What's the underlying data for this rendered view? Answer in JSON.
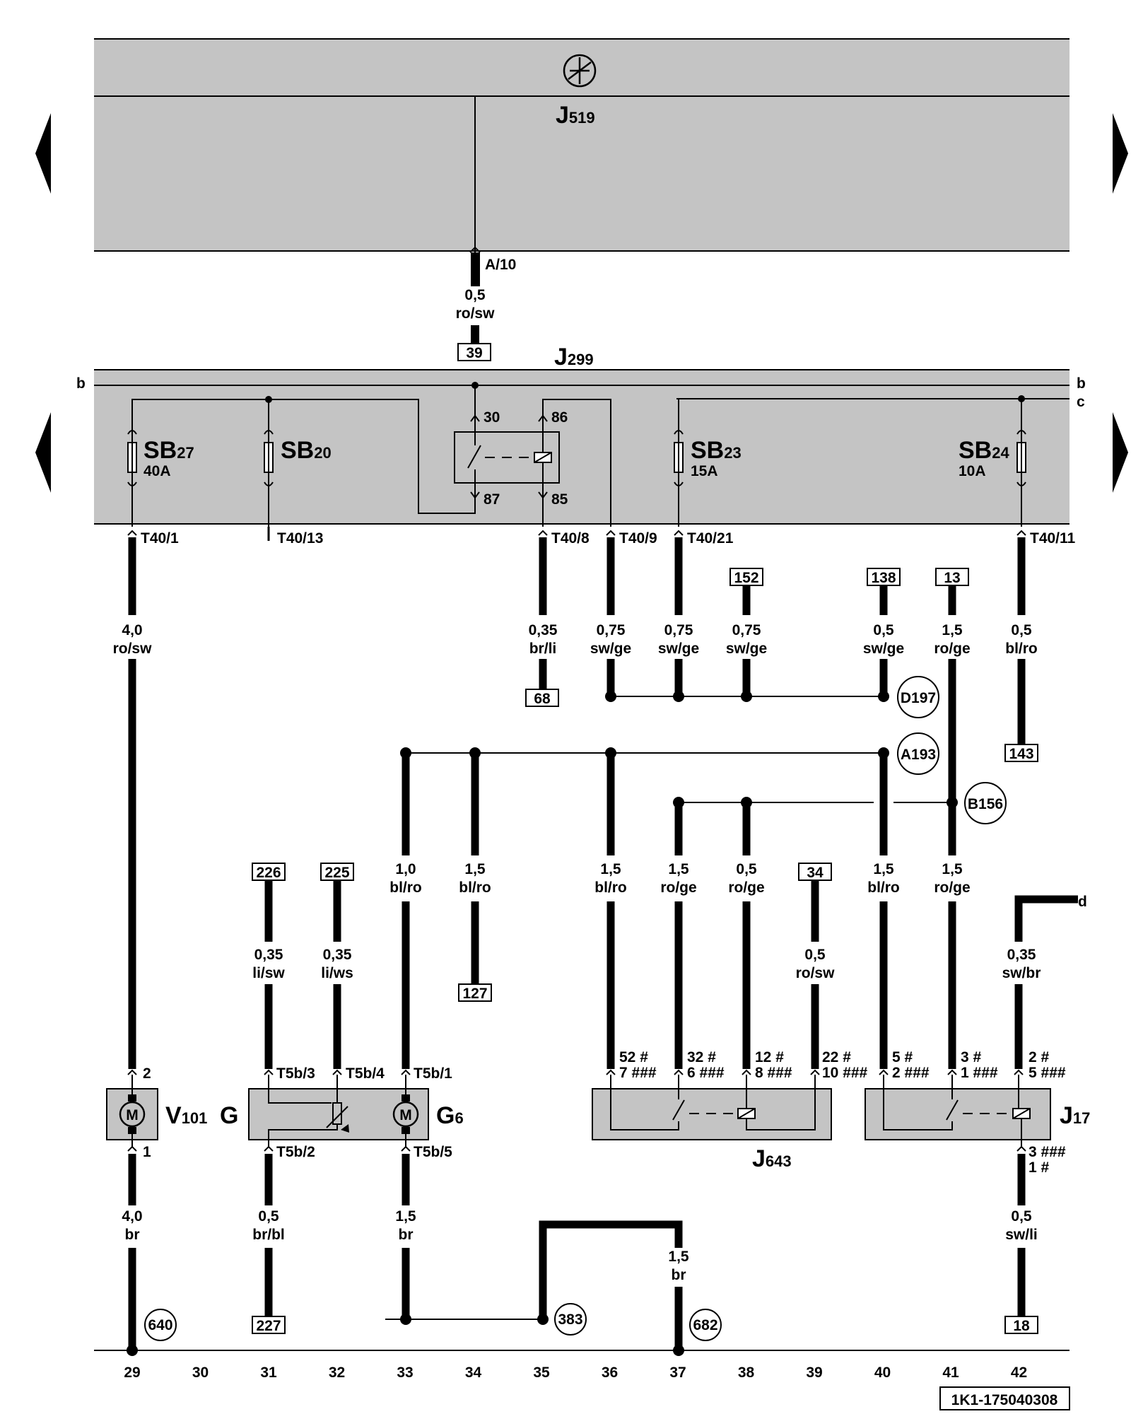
{
  "colors": {
    "panel": "#c4c4c4",
    "wire": "#000000",
    "bg": "#ffffff"
  },
  "components": {
    "j519": {
      "prefix": "J",
      "sub": "519"
    },
    "j299": {
      "prefix": "J",
      "sub": "299"
    },
    "sb27": {
      "prefix": "SB",
      "sub": "27",
      "rating": "40A"
    },
    "sb20": {
      "prefix": "SB",
      "sub": "20"
    },
    "sb23": {
      "prefix": "SB",
      "sub": "23",
      "rating": "15A"
    },
    "sb24": {
      "prefix": "SB",
      "sub": "24",
      "rating": "10A"
    },
    "v101": {
      "prefix": "V",
      "sub": "101"
    },
    "g": {
      "prefix": "G"
    },
    "g6": {
      "prefix": "G",
      "sub": "6"
    },
    "j643": {
      "prefix": "J",
      "sub": "643"
    },
    "j17": {
      "prefix": "J",
      "sub": "17"
    },
    "motor_symbol": "M"
  },
  "relay_pins": [
    "30",
    "86",
    "87",
    "85"
  ],
  "bus_labels": {
    "b_left": "b",
    "b_right": "b",
    "c": "c",
    "d": "d"
  },
  "connectors": {
    "a10": "A/10",
    "t40_1": "T40/1",
    "t40_13": "T40/13",
    "t40_8": "T40/8",
    "t40_9": "T40/9",
    "t40_21": "T40/21",
    "t40_11": "T40/11",
    "v101_top": "2",
    "v101_bot": "1",
    "t5b3": "T5b/3",
    "t5b4": "T5b/4",
    "t5b1": "T5b/1",
    "t5b2": "T5b/2",
    "t5b5": "T5b/5",
    "j643_52": "52 #",
    "j643_7": "7 ###",
    "j643_32": "32 #",
    "j643_6": "6 ###",
    "j643_12": "12 #",
    "j643_8": "8 ###",
    "j643_22": "22 #",
    "j643_10": "10 ###",
    "j17_5": "5 #",
    "j17_2": "2 ###",
    "j17_3": "3 #",
    "j17_1": "1 ###",
    "j17_2b": "2 #",
    "j17_5b": "5 ###",
    "j17_bot3": "3 ###",
    "j17_bot1": "1 #"
  },
  "wires": {
    "w_j519": {
      "size": "0,5",
      "color": "ro/sw"
    },
    "w_t40_1": {
      "size": "4,0",
      "color": "ro/sw"
    },
    "w_t40_8": {
      "size": "0,35",
      "color": "br/li"
    },
    "w_t40_9": {
      "size": "0,75",
      "color": "sw/ge"
    },
    "w_t40_21": {
      "size": "0,75",
      "color": "sw/ge"
    },
    "w_152": {
      "size": "0,75",
      "color": "sw/ge"
    },
    "w_138": {
      "size": "0,5",
      "color": "sw/ge"
    },
    "w_13": {
      "size": "1,5",
      "color": "ro/ge"
    },
    "w_t40_11": {
      "size": "0,5",
      "color": "bl/ro"
    },
    "w_226": {
      "size": "0,35",
      "color": "li/sw"
    },
    "w_225": {
      "size": "0,35",
      "color": "li/ws"
    },
    "w_g6": {
      "size": "1,0",
      "color": "bl/ro"
    },
    "w_127": {
      "size": "1,5",
      "color": "bl/ro"
    },
    "w_j643_7": {
      "size": "1,5",
      "color": "bl/ro"
    },
    "w_j643_6": {
      "size": "1,5",
      "color": "ro/ge"
    },
    "w_j643_8": {
      "size": "0,5",
      "color": "ro/ge"
    },
    "w_j643_10": {
      "size": "0,5",
      "color": "ro/sw"
    },
    "w_j17_2": {
      "size": "1,5",
      "color": "bl/ro"
    },
    "w_j17_1": {
      "size": "1,5",
      "color": "ro/ge"
    },
    "w_j17_5": {
      "size": "0,35",
      "color": "sw/br"
    },
    "w_v101": {
      "size": "4,0",
      "color": "br"
    },
    "w_t5b2": {
      "size": "0,5",
      "color": "br/bl"
    },
    "w_t5b5": {
      "size": "1,5",
      "color": "br"
    },
    "w_682": {
      "size": "1,5",
      "color": "br"
    },
    "w_j17_bot": {
      "size": "0,5",
      "color": "sw/li"
    }
  },
  "refs": {
    "r39": "39",
    "r68": "68",
    "r152": "152",
    "r138": "138",
    "r13": "13",
    "r143": "143",
    "r226": "226",
    "r225": "225",
    "r127": "127",
    "r34": "34",
    "r227": "227",
    "r18": "18"
  },
  "nodes": {
    "d197": "D197",
    "a193": "A193",
    "b156": "B156",
    "n640": "640",
    "n383": "383",
    "n682": "682"
  },
  "grid_numbers": [
    "29",
    "30",
    "31",
    "32",
    "33",
    "34",
    "35",
    "36",
    "37",
    "38",
    "39",
    "40",
    "41",
    "42"
  ],
  "diagram_id": "1K1-175040308"
}
